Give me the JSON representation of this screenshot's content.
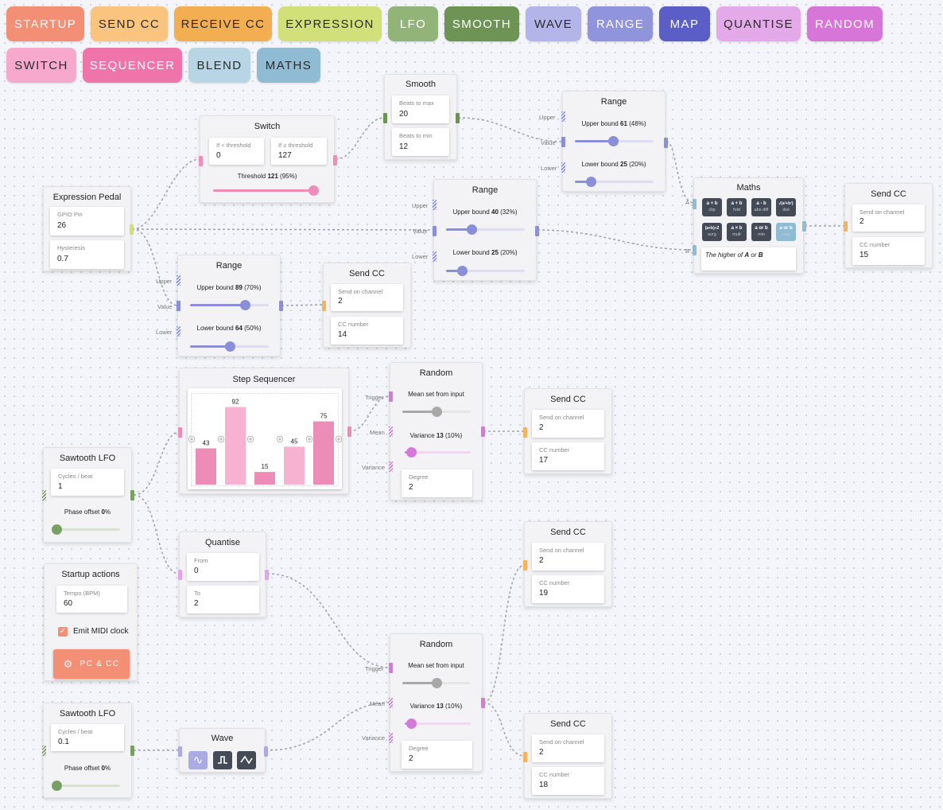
{
  "toolbar": [
    {
      "label": "STARTUP",
      "bg": "#f28f75",
      "fg": "#ffffff"
    },
    {
      "label": "SEND CC",
      "bg": "#fac47f",
      "fg": "#2b2b2b"
    },
    {
      "label": "RECEIVE CC",
      "bg": "#f4ae52",
      "fg": "#2b2b2b"
    },
    {
      "label": "EXPRESSION",
      "bg": "#d2e07a",
      "fg": "#2b2b2b"
    },
    {
      "label": "LFO",
      "bg": "#93b479",
      "fg": "#ffffff"
    },
    {
      "label": "SMOOTH",
      "bg": "#6d9455",
      "fg": "#ffffff"
    },
    {
      "label": "WAVE",
      "bg": "#b3b4e8",
      "fg": "#2b2b2b"
    },
    {
      "label": "RANGE",
      "bg": "#8f94dd",
      "fg": "#ffffff"
    },
    {
      "label": "MAP",
      "bg": "#5a5ec6",
      "fg": "#ffffff"
    },
    {
      "label": "QUANTISE",
      "bg": "#e3a9e8",
      "fg": "#2b2b2b"
    },
    {
      "label": "RANDOM",
      "bg": "#d875d9",
      "fg": "#ffffff"
    },
    {
      "label": "SWITCH",
      "bg": "#f6a9cc",
      "fg": "#2b2b2b"
    },
    {
      "label": "SEQUENCER",
      "bg": "#ee74a9",
      "fg": "#ffffff"
    },
    {
      "label": "BLEND",
      "bg": "#b7d5e4",
      "fg": "#2b2b2b"
    },
    {
      "label": "MATHS",
      "bg": "#8fbcd2",
      "fg": "#2b2b2b"
    }
  ],
  "colors": {
    "range": "#8a8fd8",
    "switch": "#f08cb9",
    "sequencer": "#ee8cb8",
    "random": "#d57ad8",
    "smooth": "#6c9352",
    "lfo": "#79a063",
    "sendcc": "#f6b45a",
    "expression": "#d5e06e",
    "maths": "#8fbcd2",
    "quantise": "#e3a4e8",
    "wave": "#a9abe2",
    "startup": "#f28f75",
    "gray": "#a8a8a8"
  },
  "expr": {
    "title": "Expression Pedal",
    "gpio_label": "GPIO Pin",
    "gpio_value": "26",
    "hyst_label": "Hysteresis",
    "hyst_value": "0.7"
  },
  "switch": {
    "title": "Switch",
    "lt_label": "If < threshold",
    "lt_value": "0",
    "ge_label": "If ≥ threshold",
    "ge_value": "127",
    "thr_label": "Threshold",
    "thr_value": "121",
    "thr_pct": "(95%)",
    "thr_frac": 0.95
  },
  "smooth": {
    "title": "Smooth",
    "max_label": "Beats to max",
    "max_value": "20",
    "min_label": "Beats to min",
    "min_value": "12"
  },
  "rangeA": {
    "title": "Range",
    "up_label": "Upper bound",
    "up_value": "61",
    "up_pct": "(48%)",
    "up_frac": 0.48,
    "lo_label": "Lower bound",
    "lo_value": "25",
    "lo_pct": "(20%)",
    "lo_frac": 0.2,
    "p_upper": "Upper",
    "p_value": "Value",
    "p_lower": "Lower"
  },
  "rangeB": {
    "title": "Range",
    "up_label": "Upper bound",
    "up_value": "40",
    "up_pct": "(32%)",
    "up_frac": 0.32,
    "lo_label": "Lower bound",
    "lo_value": "25",
    "lo_pct": "(20%)",
    "lo_frac": 0.2,
    "p_upper": "Upper",
    "p_value": "Value",
    "p_lower": "Lower"
  },
  "rangeC": {
    "title": "Range",
    "up_label": "Upper bound",
    "up_value": "89",
    "up_pct": "(70%)",
    "up_frac": 0.7,
    "lo_label": "Lower bound",
    "lo_value": "64",
    "lo_pct": "(50%)",
    "lo_frac": 0.5,
    "p_upper": "Upper",
    "p_value": "Value",
    "p_lower": "Lower"
  },
  "maths": {
    "title": "Maths",
    "buttons": [
      {
        "top": "a + b",
        "bottom": "clip"
      },
      {
        "top": "a + b",
        "bottom": "fold"
      },
      {
        "top": "a - b",
        "bottom": "abs diff"
      },
      {
        "top": "√(a²+b²)",
        "bottom": "dist"
      },
      {
        "top": "(a+b)÷2",
        "bottom": "avrg"
      },
      {
        "top": "a × b",
        "bottom": "mult"
      },
      {
        "top": "a or b",
        "bottom": "min"
      },
      {
        "top": "a or b",
        "bottom": "max"
      }
    ],
    "selected": 7,
    "desc_pre": "The higher of ",
    "desc_a": "A",
    "desc_mid": " or ",
    "desc_b": "B",
    "p_a": "A",
    "p_b": "B"
  },
  "cc_top": {
    "title": "Send CC",
    "ch_label": "Send on channel",
    "ch_value": "2",
    "cc_label": "CC number",
    "cc_value": "15"
  },
  "cc_mid": {
    "title": "Send CC",
    "ch_label": "Send on channel",
    "ch_value": "2",
    "cc_label": "CC number",
    "cc_value": "14"
  },
  "cc_17": {
    "title": "Send CC",
    "ch_label": "Send on channel",
    "ch_value": "2",
    "cc_label": "CC number",
    "cc_value": "17"
  },
  "cc_19": {
    "title": "Send CC",
    "ch_label": "Send on channel",
    "ch_value": "2",
    "cc_label": "CC number",
    "cc_value": "19"
  },
  "cc_18": {
    "title": "Send CC",
    "ch_label": "Send on channel",
    "ch_value": "2",
    "cc_label": "CC number",
    "cc_value": "18"
  },
  "seq": {
    "title": "Step Sequencer",
    "steps": [
      43,
      92,
      15,
      45,
      75
    ],
    "labels": [
      "43",
      "92",
      "15",
      "45",
      "75"
    ],
    "max": 127
  },
  "randA": {
    "title": "Random",
    "mean_label": "Mean set from input",
    "var_label": "Variance",
    "var_value": "13",
    "var_pct": "(10%)",
    "var_frac": 0.1,
    "mean_frac": 0.5,
    "deg_label": "Degree",
    "deg_value": "2",
    "p_trigger": "Trigger",
    "p_mean": "Mean",
    "p_variance": "Variance"
  },
  "randB": {
    "title": "Random",
    "mean_label": "Mean set from input",
    "var_label": "Variance",
    "var_value": "13",
    "var_pct": "(10%)",
    "var_frac": 0.1,
    "mean_frac": 0.5,
    "deg_label": "Degree",
    "deg_value": "2",
    "p_trigger": "Trigger",
    "p_mean": "Mean",
    "p_variance": "Variance"
  },
  "lfoA": {
    "title": "Sawtooth LFO",
    "cyc_label": "Cycles / beat",
    "cyc_value": "1",
    "ph_label": "Phase offset",
    "ph_value": "0",
    "ph_unit": "%",
    "ph_frac": 0
  },
  "lfoB": {
    "title": "Sawtooth LFO",
    "cyc_label": "Cycles / beat",
    "cyc_value": "0.1",
    "ph_label": "Phase offset",
    "ph_value": "0",
    "ph_unit": "%",
    "ph_frac": 0
  },
  "quant": {
    "title": "Quantise",
    "from_label": "From",
    "from_value": "0",
    "to_label": "To",
    "to_value": "2"
  },
  "startup": {
    "title": "Startup actions",
    "tempo_label": "Tempo (BPM)",
    "tempo_value": "60",
    "clock_label": "Emit MIDI clock",
    "clock_checked": true,
    "button_label": "PC & CC",
    "button_icon": "gear-icon"
  },
  "wave": {
    "title": "Wave",
    "shapes": [
      "sine-wave-icon",
      "square-wave-icon",
      "triangle-wave-icon"
    ],
    "selected": 0
  }
}
